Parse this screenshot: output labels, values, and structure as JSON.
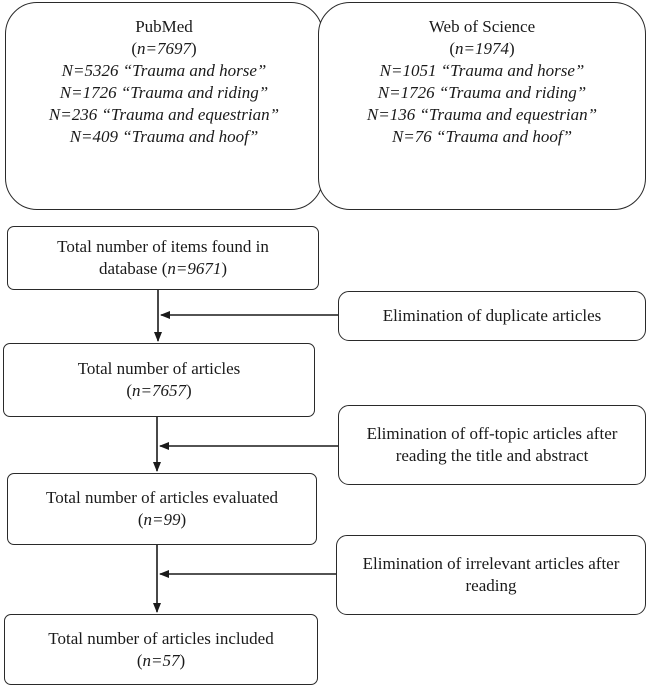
{
  "databases": [
    {
      "title": "PubMed",
      "total_pre": "(",
      "total_it": "n=7697",
      "total_post": ")",
      "queries": [
        "N=5326 “Trauma and horse”",
        "N=1726 “Trauma and riding”",
        "N=236 “Trauma and equestrian”",
        "N=409 “Trauma and hoof”"
      ]
    },
    {
      "title": "Web of Science",
      "total_pre": "(",
      "total_it": "n=1974",
      "total_post": ")",
      "queries": [
        "N=1051 “Trauma and horse”",
        "N=1726 “Trauma and riding”",
        "N=136 “Trauma and equestrian”",
        "N=76 “Trauma and hoof”"
      ]
    }
  ],
  "steps": [
    {
      "line1": "Total number of items found in",
      "pre": "database (",
      "it": "n=9671",
      "post": ")"
    },
    {
      "line1": "Total number of articles",
      "pre": "(",
      "it": "n=7657",
      "post": ")"
    },
    {
      "line1": "Total number of articles evaluated",
      "pre": "(",
      "it": "n=99",
      "post": ")"
    },
    {
      "line1": "Total number of articles included",
      "pre": "(",
      "it": "n=57",
      "post": ")"
    }
  ],
  "eliminations": [
    {
      "lines": [
        "Elimination of duplicate articles"
      ]
    },
    {
      "lines": [
        "Elimination of off-topic articles after",
        "reading the title and abstract"
      ]
    },
    {
      "lines": [
        "Elimination of irrelevant articles after",
        "reading"
      ]
    }
  ]
}
